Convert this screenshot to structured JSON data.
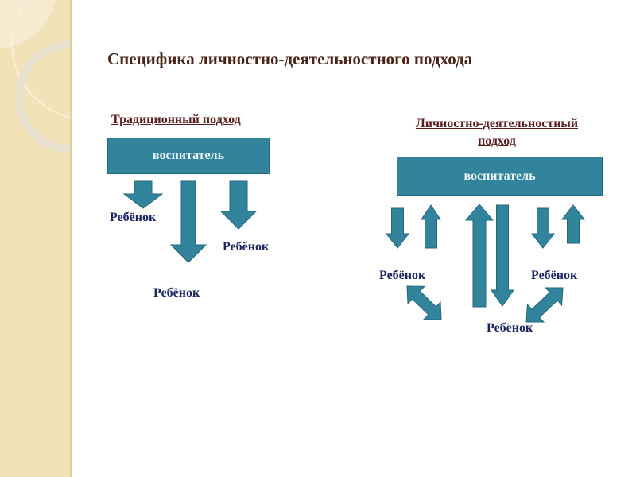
{
  "title": "Специфика личностно-деятельностного подхода",
  "traditional": {
    "heading": "Традиционный подход",
    "box": "воспитатель",
    "children": [
      "Ребёнок",
      "Ребёнок",
      "Ребёнок"
    ]
  },
  "personal": {
    "heading_line1": "Личностно-деятельностный",
    "heading_line2": "подход",
    "box": "воспитатель",
    "children": [
      "Ребёнок",
      "Ребёнок",
      "Ребёнок"
    ]
  },
  "colors": {
    "arrow": "#31849b",
    "text": "#1a2460",
    "title": "#4a2417"
  }
}
